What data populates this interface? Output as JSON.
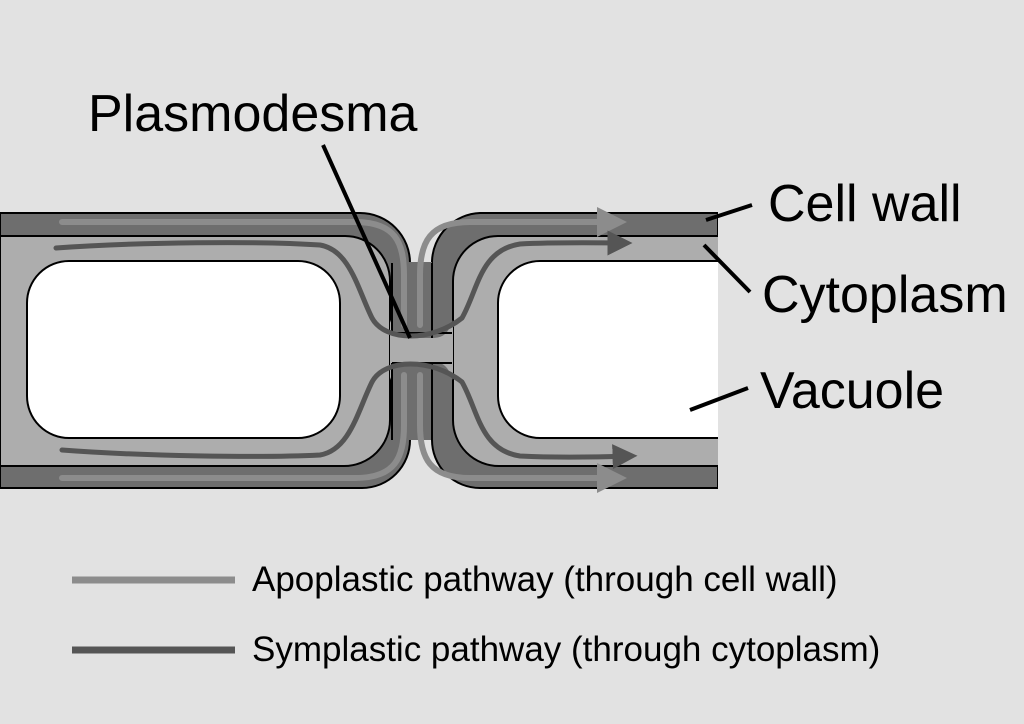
{
  "labels": {
    "plasmodesma": "Plasmodesma",
    "cell_wall": "Cell wall",
    "cytoplasm": "Cytoplasm",
    "vacuole": "Vacuole"
  },
  "legend": {
    "apoplastic": "Apoplastic pathway (through cell wall)",
    "symplastic": "Symplastic pathway (through cytoplasm)"
  },
  "colors": {
    "background": "#e2e2e2",
    "cell_wall": "#6e6e6e",
    "cytoplasm": "#adadad",
    "vacuole": "#ffffff",
    "apoplastic_pathway": "#8c8c8c",
    "symplastic_pathway": "#555555",
    "outline": "#000000"
  }
}
